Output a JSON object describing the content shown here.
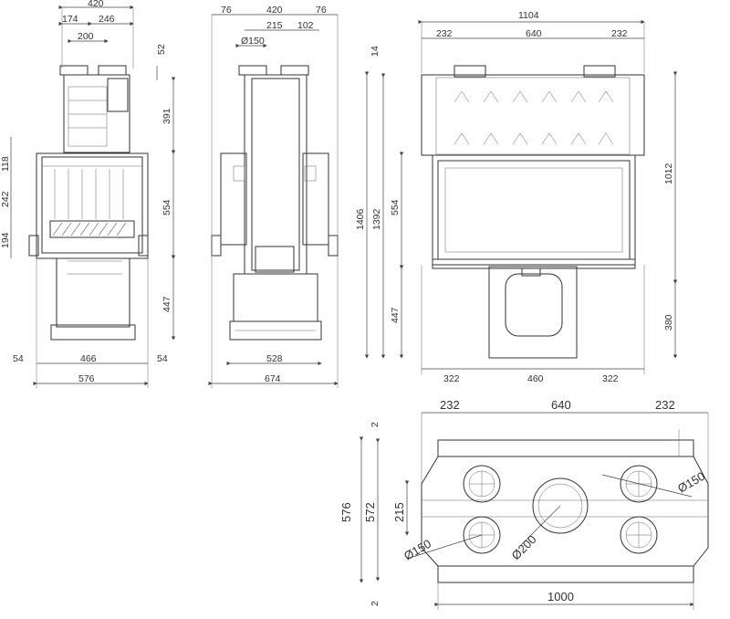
{
  "views": {
    "front_a": {
      "top": [
        "420",
        "174",
        "246",
        "200"
      ],
      "right": [
        "52",
        "391",
        "554",
        "447"
      ],
      "left": [
        "118",
        "242",
        "194"
      ],
      "bottom": [
        "54",
        "466",
        "54",
        "576"
      ]
    },
    "side": {
      "top": [
        "76",
        "420",
        "76",
        "215",
        "102",
        "Ø150"
      ],
      "bottom": [
        "528",
        "674"
      ]
    },
    "front_b": {
      "top": [
        "1104",
        "232",
        "640",
        "232"
      ],
      "left": [
        "14",
        "1406",
        "1392",
        "554",
        "447"
      ],
      "right": [
        "1012",
        "380"
      ],
      "bottom": [
        "322",
        "460",
        "322"
      ]
    },
    "plan": {
      "top": [
        "232",
        "640",
        "232"
      ],
      "left": [
        "2",
        "576",
        "572",
        "215",
        "2"
      ],
      "labels": [
        "Ø150",
        "Ø200",
        "Ø150"
      ],
      "bottom": [
        "1000"
      ]
    }
  }
}
